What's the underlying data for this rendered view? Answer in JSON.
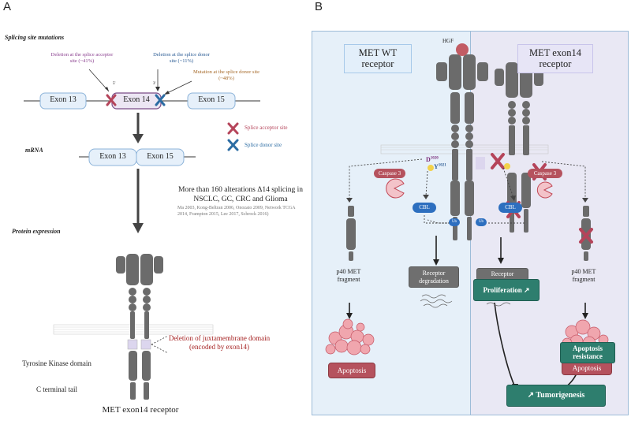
{
  "panel_a": {
    "letter": "A",
    "section_splicing": "Splicing site mutations",
    "note_acceptor": "Deletion at the splice acceptor site (~41%)",
    "note_donor": "Deletion at the splice donor site (~11%)",
    "note_mutation": "Mutation at the splice donor site (~48%)",
    "exon13": "Exon 13",
    "exon14": "Exon 14",
    "exon15": "Exon 15",
    "legend_acceptor": "Splice acceptor site",
    "legend_donor": "Splice donor site",
    "section_mrna": "mRNA",
    "mrna_exon13": "Exon 13",
    "mrna_exon15": "Exon 15",
    "alterations_text": "More than 160 alterations Δ14 splicing in NSCLC, GC, CRC and Glioma",
    "references": "Ma 2003, Kong-Beltran 2006, Onozato 2009, Network TCGA 2014, Frampton 2015, Lee 2017, Schrock 2016)",
    "section_protein": "Protein expression",
    "deletion_label": "Deletion of juxtamembrane domain (encoded by exon14)",
    "tk_domain": "Tyrosine Kinase domain",
    "c_terminal": "C terminal tail",
    "met_exon14_receptor": "MET exon14 receptor",
    "prime5": "5'",
    "prime3": "3'"
  },
  "panel_b": {
    "letter": "B",
    "hgf": "HGF",
    "wt_title": "MET WT receptor",
    "ex14_title": "MET exon14 receptor",
    "d1020": "D",
    "d1020_sup": "1020",
    "y1021": "Y",
    "y1021_sup": "1021",
    "caspase3_left": "Caspase 3",
    "caspase3_right": "Caspase 3",
    "cbl_left": "CBL",
    "cbl_right": "CBL",
    "ub": "Ub",
    "p_badge": "P",
    "p40_left": "p40 MET fragment",
    "p40_right": "p40 MET fragment",
    "receptor_degradation": "Receptor degradation",
    "receptor_label": "Receptor",
    "proliferation": "Proliferation",
    "apoptosis_left": "Apoptosis",
    "apoptosis_resistance": "Apoptosis resistance",
    "apoptosis_right": "Apoptosis",
    "tumorigenesis": "Tumorigenesis"
  },
  "colors": {
    "wt_bg": "#e6f0f9",
    "ex14_bg": "#e9e8f4",
    "cross_red": "#b5445a",
    "cross_blue": "#2b6ca3",
    "teal": "#2e7e6e",
    "receptor_gray": "#6b6b6b"
  }
}
